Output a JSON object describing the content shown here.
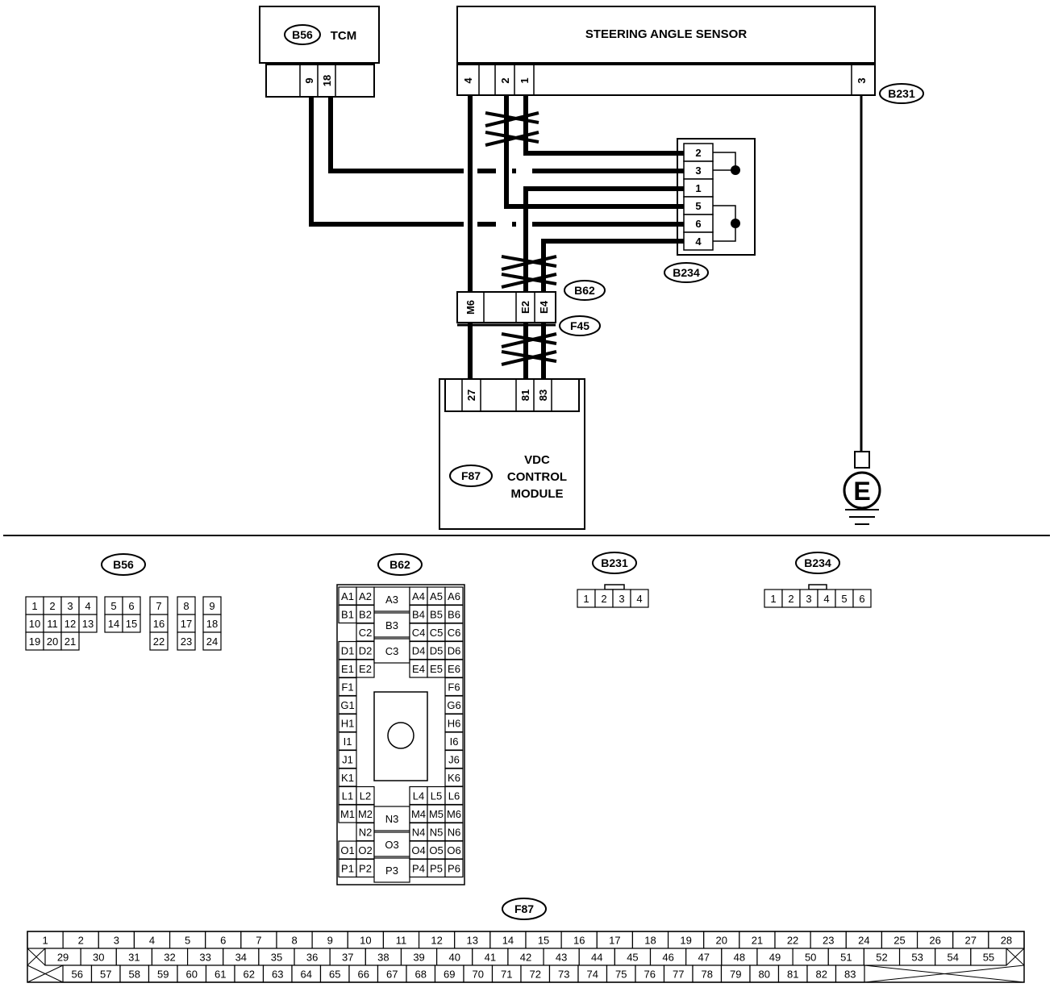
{
  "components": {
    "tcm": {
      "tag": "B56",
      "label": "TCM",
      "pins": [
        "9",
        "18"
      ]
    },
    "steering_angle_sensor": {
      "label": "STEERING ANGLE SENSOR",
      "connector": "B231",
      "pins": [
        "4",
        "2",
        "1",
        "3"
      ]
    },
    "joint_connector": {
      "tag": "B234",
      "pins": [
        "2",
        "3",
        "1",
        "5",
        "6",
        "4"
      ]
    },
    "vdc_connector_top": {
      "tag": "B62",
      "pins": [
        "M6",
        "E2",
        "E4"
      ]
    },
    "vdc_connector_bottom": {
      "tag": "F45"
    },
    "vdc_module": {
      "tag": "F87",
      "label_lines": [
        "VDC",
        "CONTROL",
        "MODULE"
      ],
      "pins": [
        "27",
        "81",
        "83"
      ]
    },
    "ground": {
      "symbol": "E"
    }
  },
  "connector_views": {
    "b56": {
      "tag": "B56",
      "rows": [
        [
          "1",
          "2",
          "3",
          "4",
          "",
          "5",
          "6",
          "",
          "7",
          "",
          "8",
          "",
          "9"
        ],
        [
          "10",
          "11",
          "12",
          "13",
          "",
          "14",
          "15",
          "",
          "16",
          "",
          "17",
          "",
          "18"
        ],
        [
          "19",
          "20",
          "21",
          "",
          "",
          "",
          "",
          "",
          "22",
          "",
          "23",
          "",
          "24"
        ]
      ]
    },
    "b62": {
      "tag": "B62",
      "left": [
        "A1",
        "A2",
        "B1",
        "B2",
        "",
        "C2",
        "D1",
        "D2",
        "E1",
        "E2",
        "F1",
        "",
        "G1",
        "",
        "H1",
        "",
        "I1",
        "",
        "J1",
        "",
        "K1",
        "",
        "L1",
        "L2",
        "M1",
        "M2",
        "",
        "N2",
        "O1",
        "O2",
        "P1",
        "P2"
      ],
      "middle": [
        "A3",
        "B3",
        "C3",
        "N3",
        "O3",
        "P3"
      ],
      "right": [
        "A4",
        "A5",
        "A6",
        "B4",
        "B5",
        "B6",
        "C4",
        "C5",
        "C6",
        "D4",
        "D5",
        "D6",
        "E4",
        "E5",
        "E6",
        "F6",
        "G6",
        "H6",
        "I6",
        "J6",
        "K6",
        "L4",
        "L5",
        "L6",
        "M4",
        "M5",
        "M6",
        "N4",
        "N5",
        "N6",
        "O4",
        "O5",
        "O6",
        "P4",
        "P5",
        "P6"
      ]
    },
    "b231": {
      "tag": "B231",
      "pins": [
        "1",
        "2",
        "3",
        "4"
      ]
    },
    "b234": {
      "tag": "B234",
      "pins": [
        "1",
        "2",
        "3",
        "4",
        "5",
        "6"
      ]
    },
    "f87": {
      "tag": "F87",
      "row1": [
        "1",
        "2",
        "3",
        "4",
        "5",
        "6",
        "7",
        "8",
        "9",
        "10",
        "11",
        "12",
        "13",
        "14",
        "15",
        "16",
        "17",
        "18",
        "19",
        "20",
        "21",
        "22",
        "23",
        "24",
        "25",
        "26",
        "27",
        "28"
      ],
      "row2": [
        "29",
        "30",
        "31",
        "32",
        "33",
        "34",
        "35",
        "36",
        "37",
        "38",
        "39",
        "40",
        "41",
        "42",
        "43",
        "44",
        "45",
        "46",
        "47",
        "48",
        "49",
        "50",
        "51",
        "52",
        "53",
        "54",
        "55"
      ],
      "row3": [
        "56",
        "57",
        "58",
        "59",
        "60",
        "61",
        "62",
        "63",
        "64",
        "65",
        "66",
        "67",
        "68",
        "69",
        "70",
        "71",
        "72",
        "73",
        "74",
        "75",
        "76",
        "77",
        "78",
        "79",
        "80",
        "81",
        "82",
        "83"
      ]
    }
  }
}
